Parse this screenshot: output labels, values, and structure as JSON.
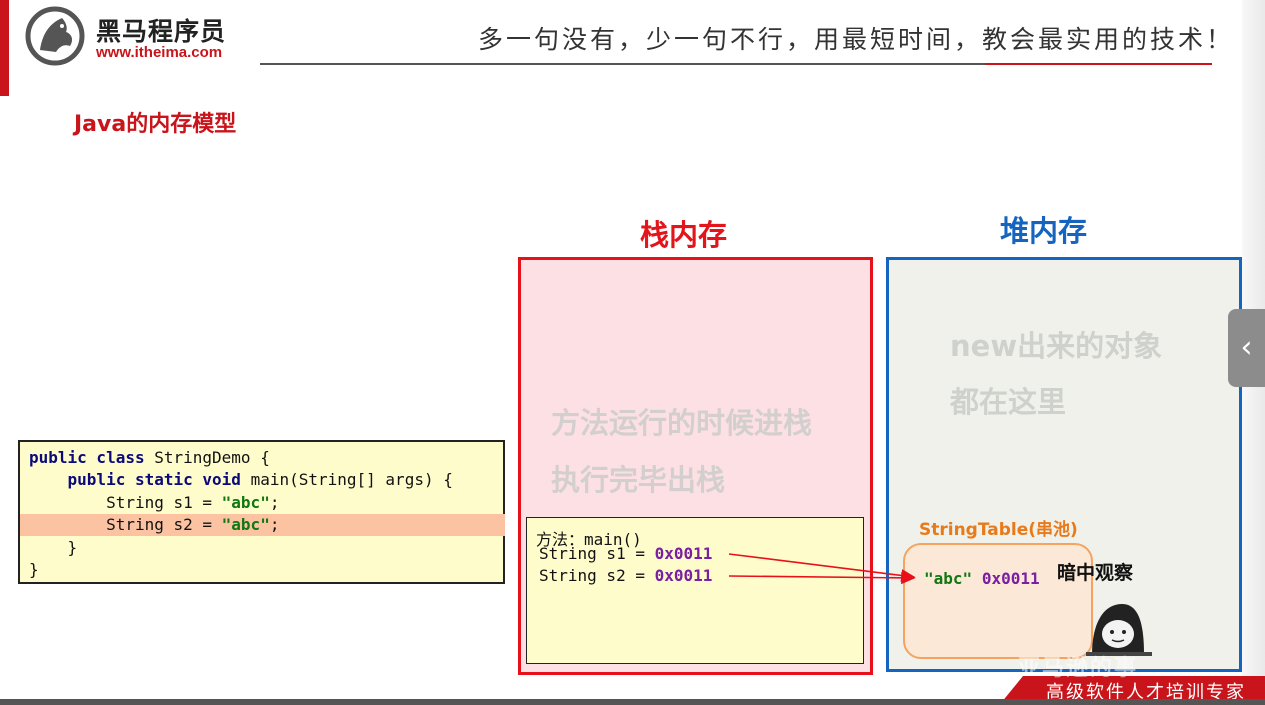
{
  "header": {
    "brand_name": "黑马程序员",
    "brand_url": "www.itheima.com",
    "slogan": "多一句没有，少一句不行，用最短时间，教会最实用的技术！"
  },
  "page_title": "Java的内存模型",
  "code": {
    "lines": [
      {
        "parts": [
          {
            "t": "public class ",
            "c": "kw"
          },
          {
            "t": "StringDemo {",
            "c": ""
          }
        ]
      },
      {
        "parts": [
          {
            "t": "    public static void ",
            "c": "kw"
          },
          {
            "t": "main(String[] args) {",
            "c": ""
          }
        ]
      },
      {
        "parts": [
          {
            "t": "        String s1 = ",
            "c": ""
          },
          {
            "t": "\"abc\"",
            "c": "str"
          },
          {
            "t": ";",
            "c": ""
          }
        ]
      },
      {
        "parts": [
          {
            "t": "        String s2 = ",
            "c": ""
          },
          {
            "t": "\"abc\"",
            "c": "str"
          },
          {
            "t": ";",
            "c": ""
          }
        ],
        "highlight": true
      },
      {
        "parts": [
          {
            "t": "    }",
            "c": ""
          }
        ]
      },
      {
        "parts": [
          {
            "t": "}",
            "c": ""
          }
        ]
      }
    ]
  },
  "stack": {
    "title": "栈内存",
    "desc_1": "方法运行的时候进栈",
    "desc_2": "执行完毕出栈",
    "frame": {
      "title": "方法：main()",
      "vars": [
        {
          "decl": "String s1 = ",
          "addr": "0x0011"
        },
        {
          "decl": "String s2 = ",
          "addr": "0x0011"
        }
      ]
    }
  },
  "heap": {
    "title": "堆内存",
    "desc_1": "new出来的对象",
    "desc_2": "都在这里",
    "pool": {
      "label": "StringTable(串池)",
      "entry_string": "\"abc\"",
      "entry_addr": "0x0011"
    },
    "observer": "暗中观察"
  },
  "footer": {
    "slogan": "高级软件人才培训专家",
    "watermark": "亚马逊的事"
  },
  "ui": {
    "collapse_glyph": "‹"
  },
  "colors": {
    "brand_red": "#c8141a",
    "stack_red": "#e8101a",
    "heap_blue": "#1565c0",
    "pool_orange": "#f4a460",
    "address_purple": "#7a1fa2",
    "string_green": "#117711"
  }
}
